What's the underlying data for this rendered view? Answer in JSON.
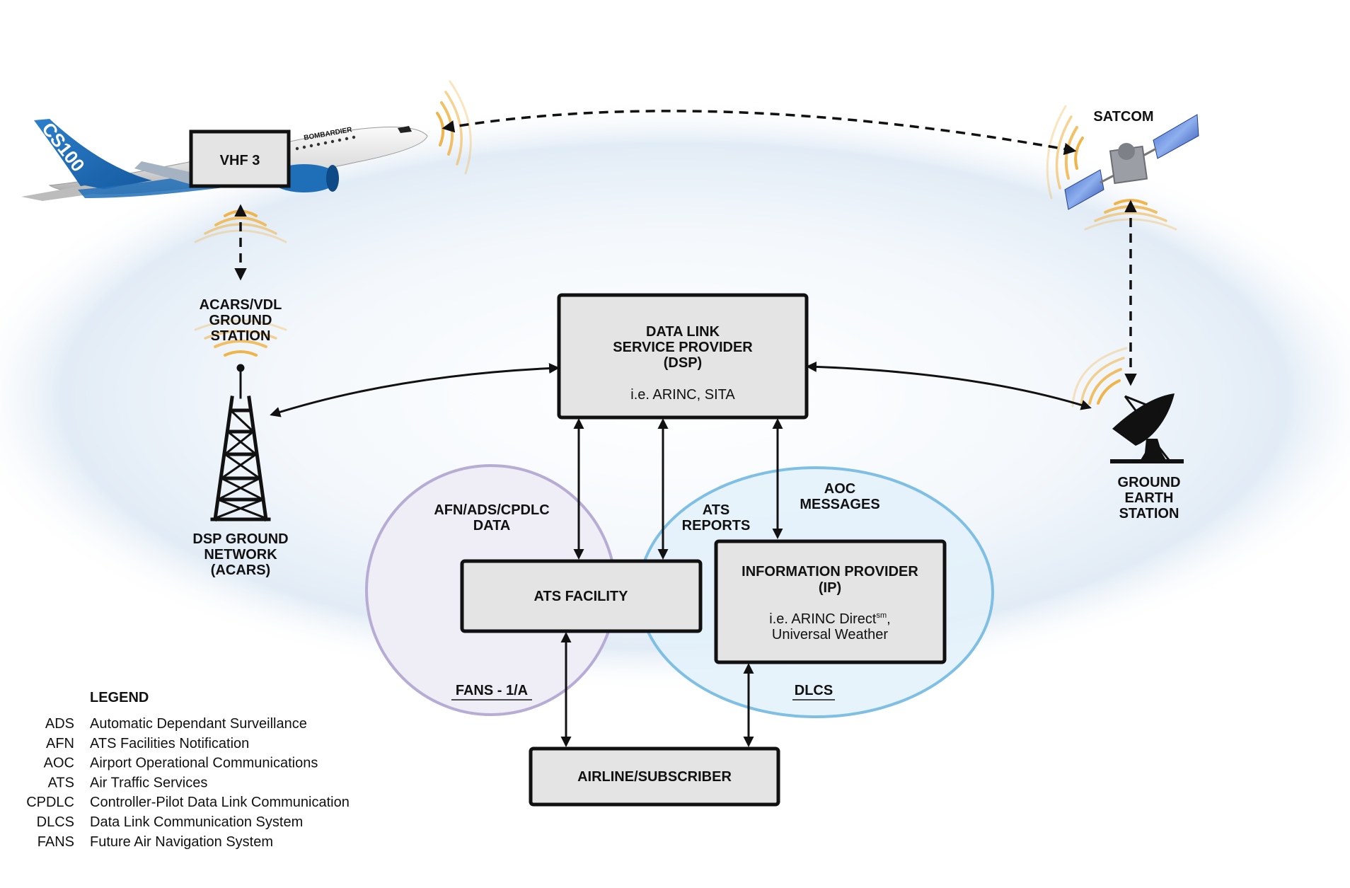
{
  "aircraft": {
    "tail_text": "CS100",
    "fuselage_text": "BOMBARDIER",
    "radio_box_label": "VHF 3"
  },
  "nodes": {
    "satcom": {
      "label": "SATCOM"
    },
    "acars_ground_station": {
      "lines": [
        "ACARS/VDL",
        "GROUND",
        "STATION"
      ]
    },
    "dsp_ground_network": {
      "lines": [
        "DSP GROUND",
        "NETWORK",
        "(ACARS)"
      ]
    },
    "ground_earth_station": {
      "lines": [
        "GROUND",
        "EARTH",
        "STATION"
      ]
    },
    "dsp": {
      "title_lines": [
        "DATA LINK",
        "SERVICE PROVIDER",
        "(DSP)"
      ],
      "example": "i.e. ARINC, SITA"
    },
    "ats_facility": {
      "label": "ATS FACILITY"
    },
    "information_provider": {
      "title_lines": [
        "INFORMATION PROVIDER",
        "(IP)"
      ],
      "example_line1": "i.e. ARINC Direct",
      "example_sup": "sm",
      "example_line1_suffix": ",",
      "example_line2": "Universal Weather"
    },
    "airline_subscriber": {
      "label": "AIRLINE/SUBSCRIBER"
    }
  },
  "flow_labels": {
    "afn_ads_cpdlc": [
      "AFN/ADS/CPDLC",
      "DATA"
    ],
    "ats_reports": [
      "ATS",
      "REPORTS"
    ],
    "aoc_messages": [
      "AOC",
      "MESSAGES"
    ]
  },
  "groups": {
    "fans": {
      "label": "FANS - 1/A",
      "color": "#b7acd3",
      "fill": "#efedf5"
    },
    "dlcs": {
      "label": "DLCS",
      "color": "#7fbfe4",
      "fill": "#e3f1fa"
    }
  },
  "legend": {
    "title": "LEGEND",
    "items": [
      {
        "abbr": "ADS",
        "meaning": "Automatic Dependant Surveillance"
      },
      {
        "abbr": "AFN",
        "meaning": "ATS Facilities Notification"
      },
      {
        "abbr": "AOC",
        "meaning": "Airport Operational Communications"
      },
      {
        "abbr": "ATS",
        "meaning": "Air Traffic Services"
      },
      {
        "abbr": "CPDLC",
        "meaning": "Controller-Pilot Data Link Communication"
      },
      {
        "abbr": "DLCS",
        "meaning": "Data Link Communication System"
      },
      {
        "abbr": "FANS",
        "meaning": "Future Air Navigation System"
      }
    ]
  },
  "colors": {
    "box_fill": "#e4e4e4",
    "signal_wave": "#f0b54a",
    "sky_glow": "#dfeaf5",
    "aircraft_blue": "#1f6fb8"
  }
}
